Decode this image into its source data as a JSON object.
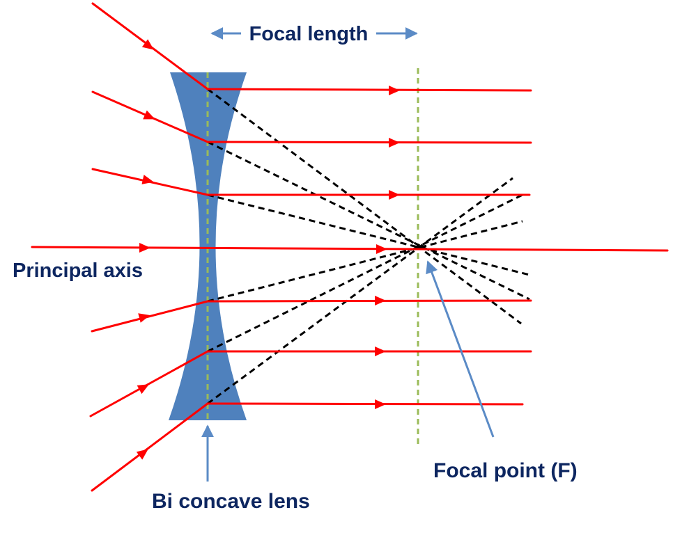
{
  "labels": {
    "focal_length": "Focal length",
    "principal_axis": "Principal axis",
    "focal_point": "Focal point (F)",
    "lens": "Bi concave lens"
  },
  "colors": {
    "ray": "#ff0000",
    "construction": "#000000",
    "lens_fill": "#4f81bd",
    "focal_plane": "#9bbb59",
    "pointer": "#5b8bc6",
    "label": "#0d2660"
  }
}
